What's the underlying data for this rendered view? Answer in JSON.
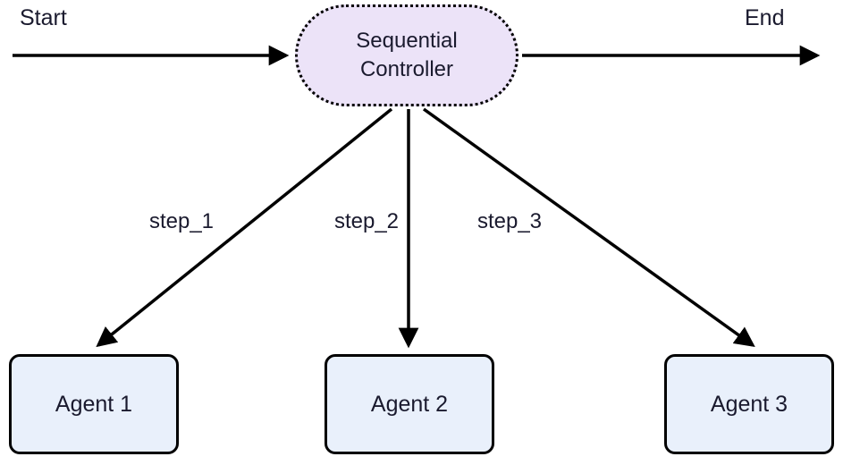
{
  "diagram": {
    "start_label": "Start",
    "end_label": "End",
    "controller": {
      "line1": "Sequential",
      "line2": "Controller"
    },
    "edges": [
      {
        "label": "step_1"
      },
      {
        "label": "step_2"
      },
      {
        "label": "step_3"
      }
    ],
    "agents": [
      {
        "label": "Agent 1"
      },
      {
        "label": "Agent 2"
      },
      {
        "label": "Agent 3"
      }
    ],
    "colors": {
      "controller_fill": "#ece3f8",
      "agent_fill": "#e9f0fb",
      "edge_stroke": "#000000",
      "text": "#1a1a2e"
    }
  }
}
